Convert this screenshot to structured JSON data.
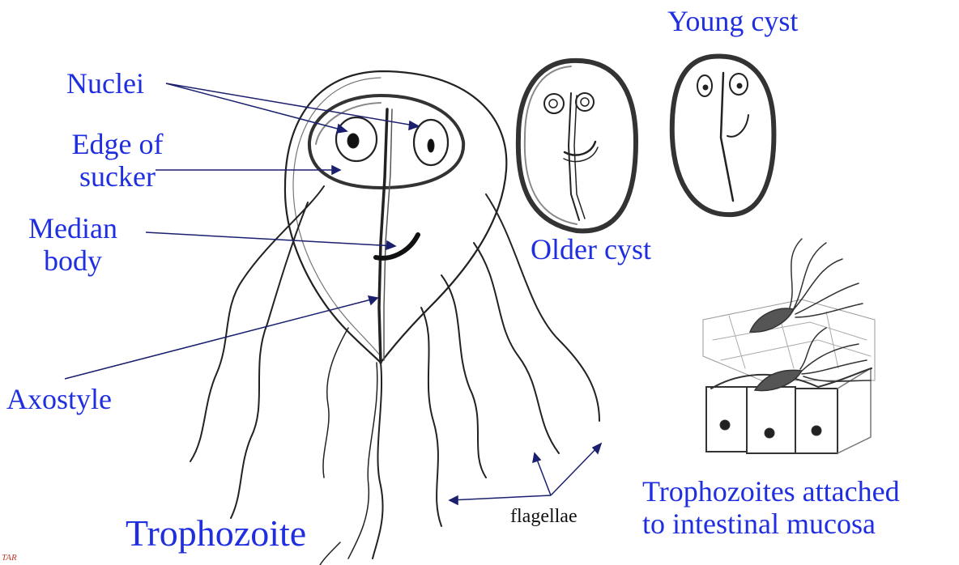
{
  "labels": {
    "nuclei": "Nuclei",
    "edge_of_sucker": [
      "Edge of",
      "sucker"
    ],
    "median_body": [
      "Median",
      "body"
    ],
    "axostyle": "Axostyle",
    "flagellae": "flagellae",
    "trophozoite": "Trophozoite",
    "young_cyst": "Young cyst",
    "older_cyst": "Older cyst",
    "attached": [
      "Trophozoites attached",
      "to intestinal mucosa"
    ]
  },
  "signature": "TAR",
  "colors": {
    "label": "#1f2fe0",
    "ink": "#111111",
    "pointer": "#1a1f6e",
    "fill_dark": "#444444"
  }
}
